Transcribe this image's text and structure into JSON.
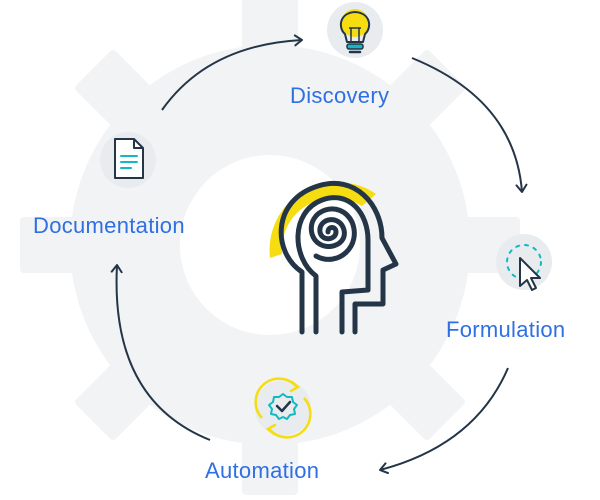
{
  "stages": {
    "discovery": "Discovery",
    "formulation": "Formulation",
    "automation": "Automation",
    "documentation": "Documentation"
  },
  "colors": {
    "label": "#2f6fe4",
    "navy": "#253548",
    "yellow": "#f5dd12",
    "teal": "#14b8c4",
    "gear": "#f1f3f5",
    "icon_bg": "#e8ecef"
  }
}
